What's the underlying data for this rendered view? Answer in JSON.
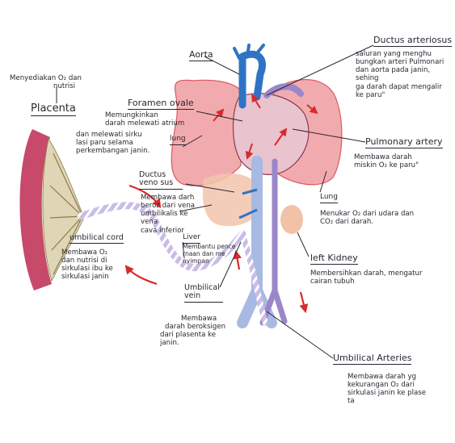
{
  "labels": {
    "aorta": "Aorta",
    "ductus_arteriosus": {
      "title": "Ductus arteriosus",
      "desc": [
        "saluran yang menghu",
        "bungkan arteri Pulmonari",
        "dan aorta pada janin, sehing",
        "ga darah dapat mengalir",
        "ke paru\""
      ]
    },
    "foramen_ovale": {
      "title": "Foramen ovale",
      "desc": [
        "Memungkinkan",
        "darah melewati atrium"
      ]
    },
    "pulmonary_artery": {
      "title": "Pulmonary artery",
      "desc": [
        "Membawa darah",
        "miskin O₂ ke paru\""
      ]
    },
    "placenta": {
      "title": "Placenta",
      "desc": [
        "Menyediakan O₂ dan",
        "nutrisi"
      ]
    },
    "lung_left": {
      "title": "lung",
      "desc": [
        "dan melewati sirku",
        "lasi paru selama",
        "perkembangan janin."
      ]
    },
    "ductus_venosus": {
      "title": "Ductus veno sus",
      "desc": [
        "Membawa darh",
        "beroz dari vena",
        "umbilikalis ke vena",
        "cava inferior"
      ]
    },
    "lung_right": {
      "title": "Lung",
      "desc": [
        "Menukar O₂ dari udara dan",
        "CO₂ dari darah."
      ]
    },
    "liver": {
      "title": "Liver",
      "desc": [
        "Membantu pence",
        "rnaan dan me",
        "nyimpan"
      ]
    },
    "umbilical_cord": {
      "title": "umbilical cord",
      "desc": [
        "Membawa O₂",
        "dan nutrisi di",
        "sirkulasi ibu ke",
        "sirkulasi janin"
      ]
    },
    "left_kidney": {
      "title": "left Kidney",
      "desc": [
        "Membersihkan darah, mengatur",
        "cairan tubuh"
      ]
    },
    "umbilical_vein": {
      "title": "Umbilical vein",
      "desc": [
        "Membawa",
        "darah beroksigen",
        "dari plasenta ke",
        "janin."
      ]
    },
    "umbilical_arteries": {
      "title": "Umbilical Arteries",
      "desc": [
        "Membawa darah yg",
        "kekurangan O₂ dari",
        "sirkulasi janin ke plase",
        "ta"
      ]
    }
  },
  "colors": {
    "lung_fill": "#f0a3a6",
    "lung_stroke": "#d9454d",
    "heart_fill": "#e9c3ce",
    "vein_blue": "#2f74c4",
    "vein_light": "#a8b9e2",
    "artery_purple": "#9a86c9",
    "arrow_red": "#d62b2b",
    "liver_fill": "#f2c4ad",
    "kidney_fill": "#f1c2a8",
    "placenta_outer": "#c84a6a",
    "placenta_inner": "#ded6b5",
    "ink": "#2a2730"
  }
}
